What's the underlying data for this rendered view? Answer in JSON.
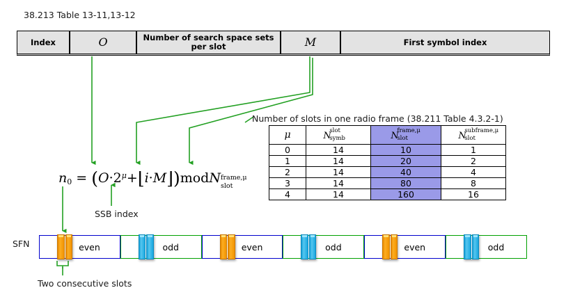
{
  "caption": "38.213 Table 13-11,13-12",
  "header_table": {
    "columns": [
      {
        "label": "Index",
        "style": "plain"
      },
      {
        "label": "O",
        "style": "math"
      },
      {
        "label": "Number of search space sets per slot",
        "style": "plain"
      },
      {
        "label": "M",
        "style": "math"
      },
      {
        "label": "First symbol index",
        "style": "plain"
      }
    ]
  },
  "formula": {
    "lhs": "n",
    "lhs_sub": "0",
    "eq": "=",
    "o": "O",
    "dot": "·",
    "two": "2",
    "mu": "μ",
    "plus": "+",
    "i": "i",
    "m": "M",
    "mod": "mod",
    "n": "N",
    "n_sup": "frame,μ",
    "n_sub": "slot",
    "full_text": "n0 = (O·2^μ + ⌊i·M⌋) mod N_slot^(frame,μ)"
  },
  "labels": {
    "ssb_index": "SSB index",
    "nslots_caption": "Number of slots in one radio frame (38.211 Table 4.3.2-1)",
    "two_consecutive_slots": "Two consecutive slots",
    "sfn": "SFN"
  },
  "slots_table": {
    "headers": [
      {
        "main": "μ",
        "sup": "",
        "sub": ""
      },
      {
        "main": "N",
        "sup": "slot",
        "sub": "symb"
      },
      {
        "main": "N",
        "sup": "frame,μ",
        "sub": "slot"
      },
      {
        "main": "N",
        "sup": "subframe,μ",
        "sub": "slot"
      }
    ],
    "rows": [
      {
        "mu": "0",
        "nsymb": "14",
        "nframe": "10",
        "nsubframe": "1"
      },
      {
        "mu": "1",
        "nsymb": "14",
        "nframe": "20",
        "nsubframe": "2"
      },
      {
        "mu": "2",
        "nsymb": "14",
        "nframe": "40",
        "nsubframe": "4"
      },
      {
        "mu": "3",
        "nsymb": "14",
        "nframe": "80",
        "nsubframe": "8"
      },
      {
        "mu": "4",
        "nsymb": "14",
        "nframe": "160",
        "nsubframe": "16"
      }
    ],
    "highlight_column_index": 2,
    "highlight_color": "#9a9ae8"
  },
  "sfn_timeline": {
    "cells": [
      {
        "label": "even",
        "parity": "even",
        "slot_color": "orange"
      },
      {
        "label": "odd",
        "parity": "odd",
        "slot_color": "cyan"
      },
      {
        "label": "even",
        "parity": "even",
        "slot_color": "orange"
      },
      {
        "label": "odd",
        "parity": "odd",
        "slot_color": "cyan"
      },
      {
        "label": "even",
        "parity": "even",
        "slot_color": "orange"
      },
      {
        "label": "odd",
        "parity": "odd",
        "slot_color": "cyan"
      }
    ]
  },
  "colors": {
    "connector_green": "#22a022",
    "even_border": "#0000cc",
    "odd_border": "#00a000",
    "orange_slot": "#f29400",
    "cyan_slot": "#29abe2",
    "header_fill": "#e3e3e3",
    "highlight_fill": "#9a9ae8"
  }
}
